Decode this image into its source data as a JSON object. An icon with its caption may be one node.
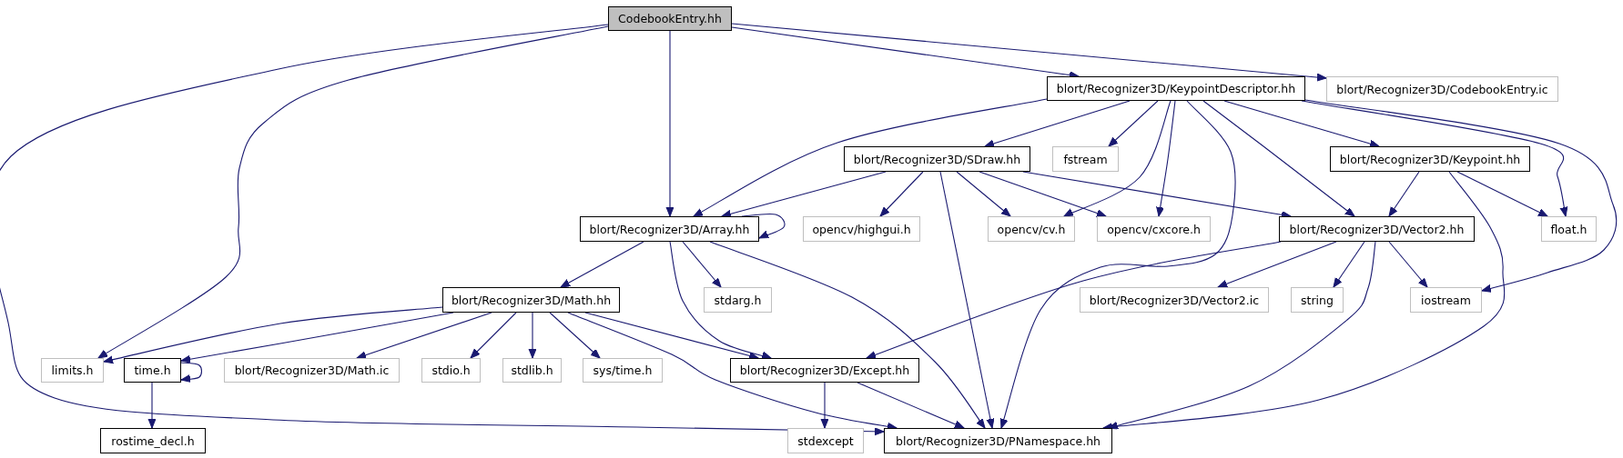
{
  "diagram": {
    "nodes": [
      {
        "text": [
          "CodebookEntry.hh"
        ]
      },
      {
        "text": [
          "blort/Recognizer3D/KeypointDescriptor.hh"
        ]
      },
      {
        "text": [
          "blort/Recognizer3D/CodebookEntry.ic"
        ]
      },
      {
        "text": [
          "blort/Recognizer3D/SDraw.hh"
        ]
      },
      {
        "text": [
          "fstream"
        ]
      },
      {
        "text": [
          "blort/Recognizer3D/Keypoint.hh"
        ]
      },
      {
        "text": [
          "blort/Recognizer3D/Array.hh"
        ]
      },
      {
        "text": [
          "opencv/highgui.h"
        ]
      },
      {
        "text": [
          "opencv/cv.h"
        ]
      },
      {
        "text": [
          "opencv/cxcore.h"
        ]
      },
      {
        "text": [
          "blort/Recognizer3D/Vector2.hh"
        ]
      },
      {
        "text": [
          "float.h"
        ]
      },
      {
        "text": [
          "blort/Recognizer3D/Math.hh"
        ]
      },
      {
        "text": [
          "stdarg.h"
        ]
      },
      {
        "text": [
          "blort/Recognizer3D/Vector2.ic"
        ]
      },
      {
        "text": [
          "string"
        ]
      },
      {
        "text": [
          "iostream"
        ]
      },
      {
        "text": [
          "limits.h"
        ]
      },
      {
        "text": [
          "time.h"
        ]
      },
      {
        "text": [
          "blort/Recognizer3D/Math.ic"
        ]
      },
      {
        "text": [
          "stdio.h"
        ]
      },
      {
        "text": [
          "stdlib.h"
        ]
      },
      {
        "text": [
          "sys/time.h"
        ]
      },
      {
        "text": [
          "blort/Recognizer3D/Except.hh"
        ]
      },
      {
        "text": [
          "rostime_decl.h"
        ]
      },
      {
        "text": [
          "stdexcept"
        ]
      },
      {
        "text": [
          "blort/Recognizer3D/PNamespace.hh"
        ]
      }
    ],
    "edges": [
      {
        "from": 0,
        "to": 6,
        "arrow": "to"
      },
      {
        "from": 0,
        "to": 1,
        "arrow": "to"
      },
      {
        "from": 0,
        "to": 2,
        "arrow": "to"
      },
      {
        "from": 0,
        "to": 17,
        "arrow": "to"
      },
      {
        "from": 0,
        "to": 26,
        "arrow": "to"
      },
      {
        "from": 1,
        "to": 6,
        "arrow": "to"
      },
      {
        "from": 1,
        "to": 3,
        "arrow": "to"
      },
      {
        "from": 1,
        "to": 4,
        "arrow": "to"
      },
      {
        "from": 1,
        "to": 8,
        "arrow": "to"
      },
      {
        "from": 1,
        "to": 9,
        "arrow": "to"
      },
      {
        "from": 1,
        "to": 26,
        "arrow": "to"
      },
      {
        "from": 1,
        "to": 10,
        "arrow": "to"
      },
      {
        "from": 1,
        "to": 5,
        "arrow": "to"
      },
      {
        "from": 1,
        "to": 11,
        "arrow": "to"
      },
      {
        "from": 1,
        "to": 16,
        "arrow": "to"
      },
      {
        "from": 3,
        "to": 6,
        "arrow": "to"
      },
      {
        "from": 3,
        "to": 7,
        "arrow": "to"
      },
      {
        "from": 3,
        "to": 26,
        "arrow": "to"
      },
      {
        "from": 3,
        "to": 8,
        "arrow": "to"
      },
      {
        "from": 3,
        "to": 9,
        "arrow": "to"
      },
      {
        "from": 3,
        "to": 10,
        "arrow": "to"
      },
      {
        "from": 5,
        "to": 10,
        "arrow": "to"
      },
      {
        "from": 5,
        "to": 11,
        "arrow": "to"
      },
      {
        "from": 5,
        "to": 26,
        "arrow": "to"
      },
      {
        "from": 6,
        "to": 6,
        "arrow": "to"
      },
      {
        "from": 6,
        "to": 12,
        "arrow": "to"
      },
      {
        "from": 6,
        "to": 13,
        "arrow": "to"
      },
      {
        "from": 6,
        "to": 23,
        "arrow": "to"
      },
      {
        "from": 6,
        "to": 26,
        "arrow": "to"
      },
      {
        "from": 12,
        "to": 17,
        "arrow": "to"
      },
      {
        "from": 12,
        "to": 18,
        "arrow": "to"
      },
      {
        "from": 12,
        "to": 19,
        "arrow": "to"
      },
      {
        "from": 12,
        "to": 20,
        "arrow": "to"
      },
      {
        "from": 12,
        "to": 21,
        "arrow": "to"
      },
      {
        "from": 12,
        "to": 22,
        "arrow": "to"
      },
      {
        "from": 12,
        "to": 23,
        "arrow": "to"
      },
      {
        "from": 12,
        "to": 26,
        "arrow": "to"
      },
      {
        "from": 10,
        "to": 23,
        "arrow": "to"
      },
      {
        "from": 10,
        "to": 14,
        "arrow": "to"
      },
      {
        "from": 10,
        "to": 15,
        "arrow": "to"
      },
      {
        "from": 10,
        "to": 16,
        "arrow": "to"
      },
      {
        "from": 10,
        "to": 26,
        "arrow": "to"
      },
      {
        "from": 18,
        "to": 18,
        "arrow": "to"
      },
      {
        "from": 18,
        "to": 24,
        "arrow": "to"
      },
      {
        "from": 23,
        "to": 25,
        "arrow": "to"
      },
      {
        "from": 23,
        "to": 26,
        "arrow": "to"
      }
    ]
  }
}
